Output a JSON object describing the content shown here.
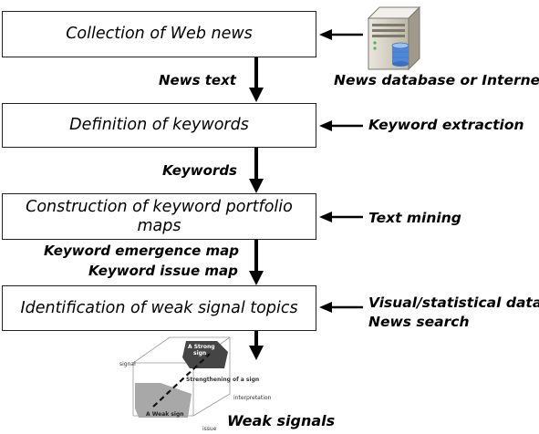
{
  "boxes": {
    "b1": "Collection of Web news",
    "b2": "Definition of keywords",
    "b3_line1": "Construction of keyword portfolio",
    "b3_line2": "maps",
    "b4": "Identification of weak signal topics"
  },
  "flow_labels": {
    "l1": "News text",
    "l2": "Keywords",
    "l3_line1": "Keyword emergence map",
    "l3_line2": "Keyword issue map"
  },
  "inputs": {
    "i1": "News database or Internet",
    "i2": "Keyword extraction",
    "i3": "Text mining",
    "i4_line1": "Visual/statistical data",
    "i4_line2": "News search"
  },
  "output": {
    "label": "Weak signals",
    "cube": {
      "axis_signal": "signal",
      "axis_interpretation": "interpretation",
      "axis_issue": "issue",
      "strong": "A Strong sign",
      "strong_l1": "A Strong",
      "strong_l2": "sign",
      "weak": "A Weak sign",
      "strengthening": "Strengthening of a sign"
    }
  }
}
